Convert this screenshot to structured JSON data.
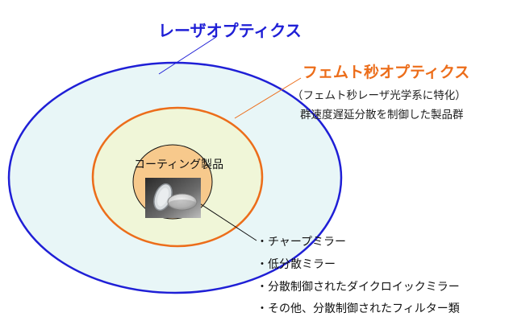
{
  "laser_optics": {
    "title": "レーザオプティクス",
    "color": "#1f1fd6",
    "fill": "#e8f6f7"
  },
  "femto_optics": {
    "title": "フェムト秒オプティクス",
    "desc_line1": "（フェムト秒レーザ光学系に特化）",
    "desc_line2": "群速度遅延分散を制御した製品群",
    "color": "#ec6d1a",
    "fill": "#f0f6d8"
  },
  "coating_products": {
    "title": "コーティング製品",
    "fill": "#f7c98c",
    "photo": "optical-mirror-photo"
  },
  "examples": [
    "・チャープミラー",
    "・低分散ミラー",
    "・分散制御されたダイクロイックミラー",
    "・その他、分散制御されたフィルター類"
  ]
}
